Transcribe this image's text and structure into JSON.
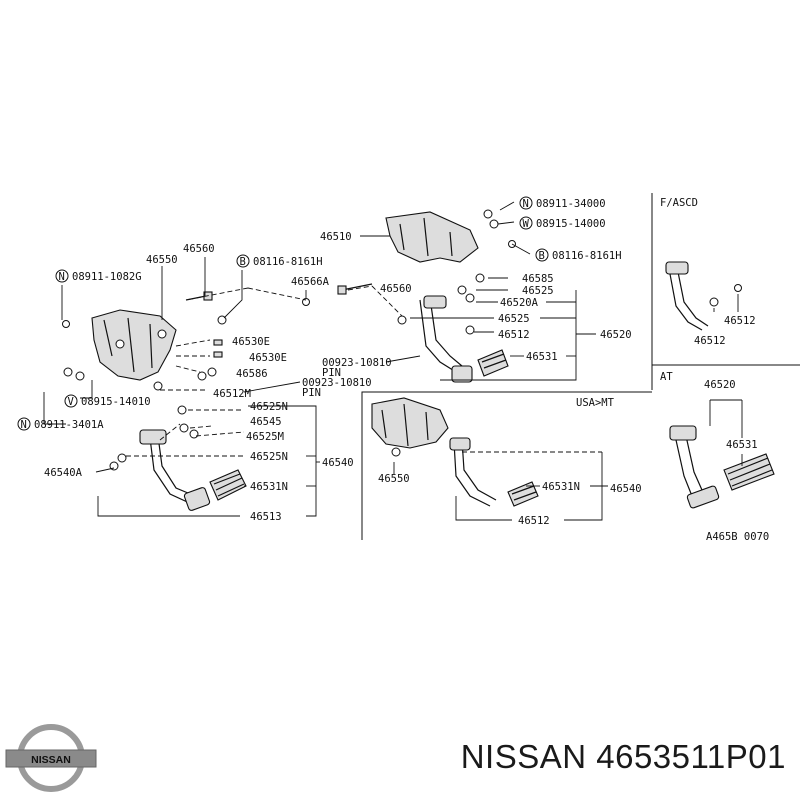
{
  "brand": {
    "logo_text": "NISSAN"
  },
  "footer": {
    "title": "NISSAN 4653511P01"
  },
  "sections": {
    "asc": "F/ASCD",
    "at": "AT",
    "usa_mt": "USA>MT"
  },
  "diagram_code": "A465B 0070",
  "pin_label": "PIN",
  "labels": {
    "l46560": "46560",
    "l46550": "46550",
    "l08911_1082G": "08911-1082G",
    "l08116_8161H_left": "08116-8161H",
    "l46566A": "46566A",
    "l46530E_a": "46530E",
    "l46530E_b": "46530E",
    "l46586": "46586",
    "l46512M": "46512M",
    "l00923_a": "00923-10810",
    "l08915_14010": "08915-14010",
    "l08911_3401A": "08911-3401A",
    "l46525N_a": "46525N",
    "l46545": "46545",
    "l46525M": "46525M",
    "l46525N_b": "46525N",
    "l46540_left": "46540",
    "l46540A": "46540A",
    "l46531N_left": "46531N",
    "l46513": "46513",
    "l46510": "46510",
    "l08911_34000": "08911-34000",
    "l08915_14000": "08915-14000",
    "l08116_8161H_right": "08116-8161H",
    "l46560_top": "46560",
    "l46585": "46585",
    "l46525_top": "46525",
    "l46520A": "46520A",
    "l46525_b": "46525",
    "l46512_top": "46512",
    "l46520_top": "46520",
    "l46531_top": "46531",
    "l00923_b": "00923-10810",
    "l46550_mt": "46550",
    "l46531N_mt": "46531N",
    "l46540_mt": "46540",
    "l46512_mt": "46512",
    "l46512_asc_a": "46512",
    "l46512_asc_b": "46512",
    "l46520_at": "46520",
    "l46531_at": "46531"
  },
  "symbols": {
    "nut": "N",
    "bolt": "B",
    "washer": "W",
    "spring_washer": "V"
  }
}
